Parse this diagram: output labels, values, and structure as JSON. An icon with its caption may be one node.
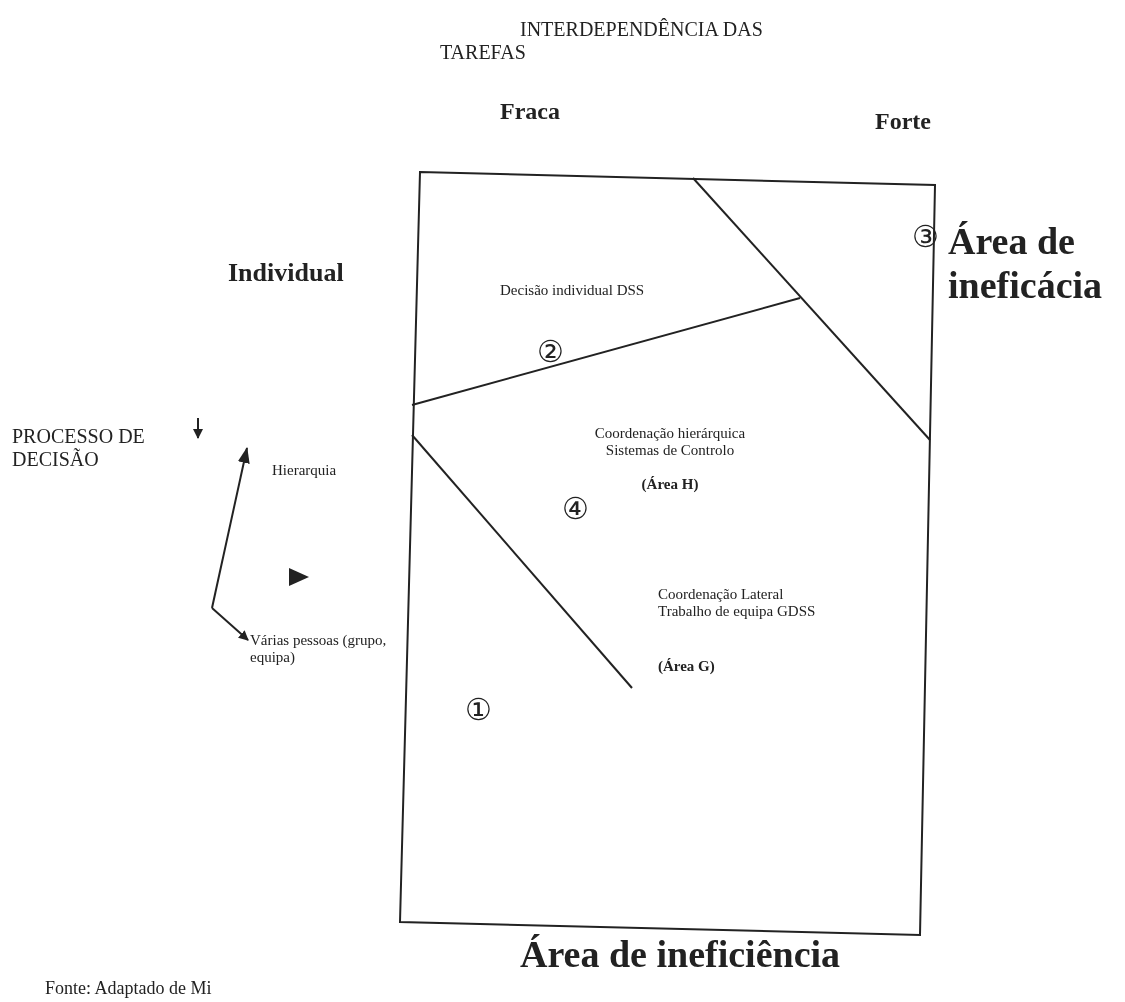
{
  "diagram": {
    "caption": "Fonte: Adaptado de Mi",
    "labels": [
      "INTERDEPENDÊNCIA DAS TAREFAS",
      "Fraca",
      "Forte",
      "③",
      "Área de ineficácia",
      "Individual",
      "Decisão individual DSS",
      "②",
      "PROCESSO DE DECISÃO",
      "Hierarquia",
      "Coordenação hierárquica Sistemas de Controlo",
      "(Área H)",
      "④",
      "Coordenação Lateral Trabalho de equipa GDSS",
      "(Área G)",
      "Várias pessoas (grupo, equipa)",
      "①",
      "Área de ineficiência"
    ]
  }
}
